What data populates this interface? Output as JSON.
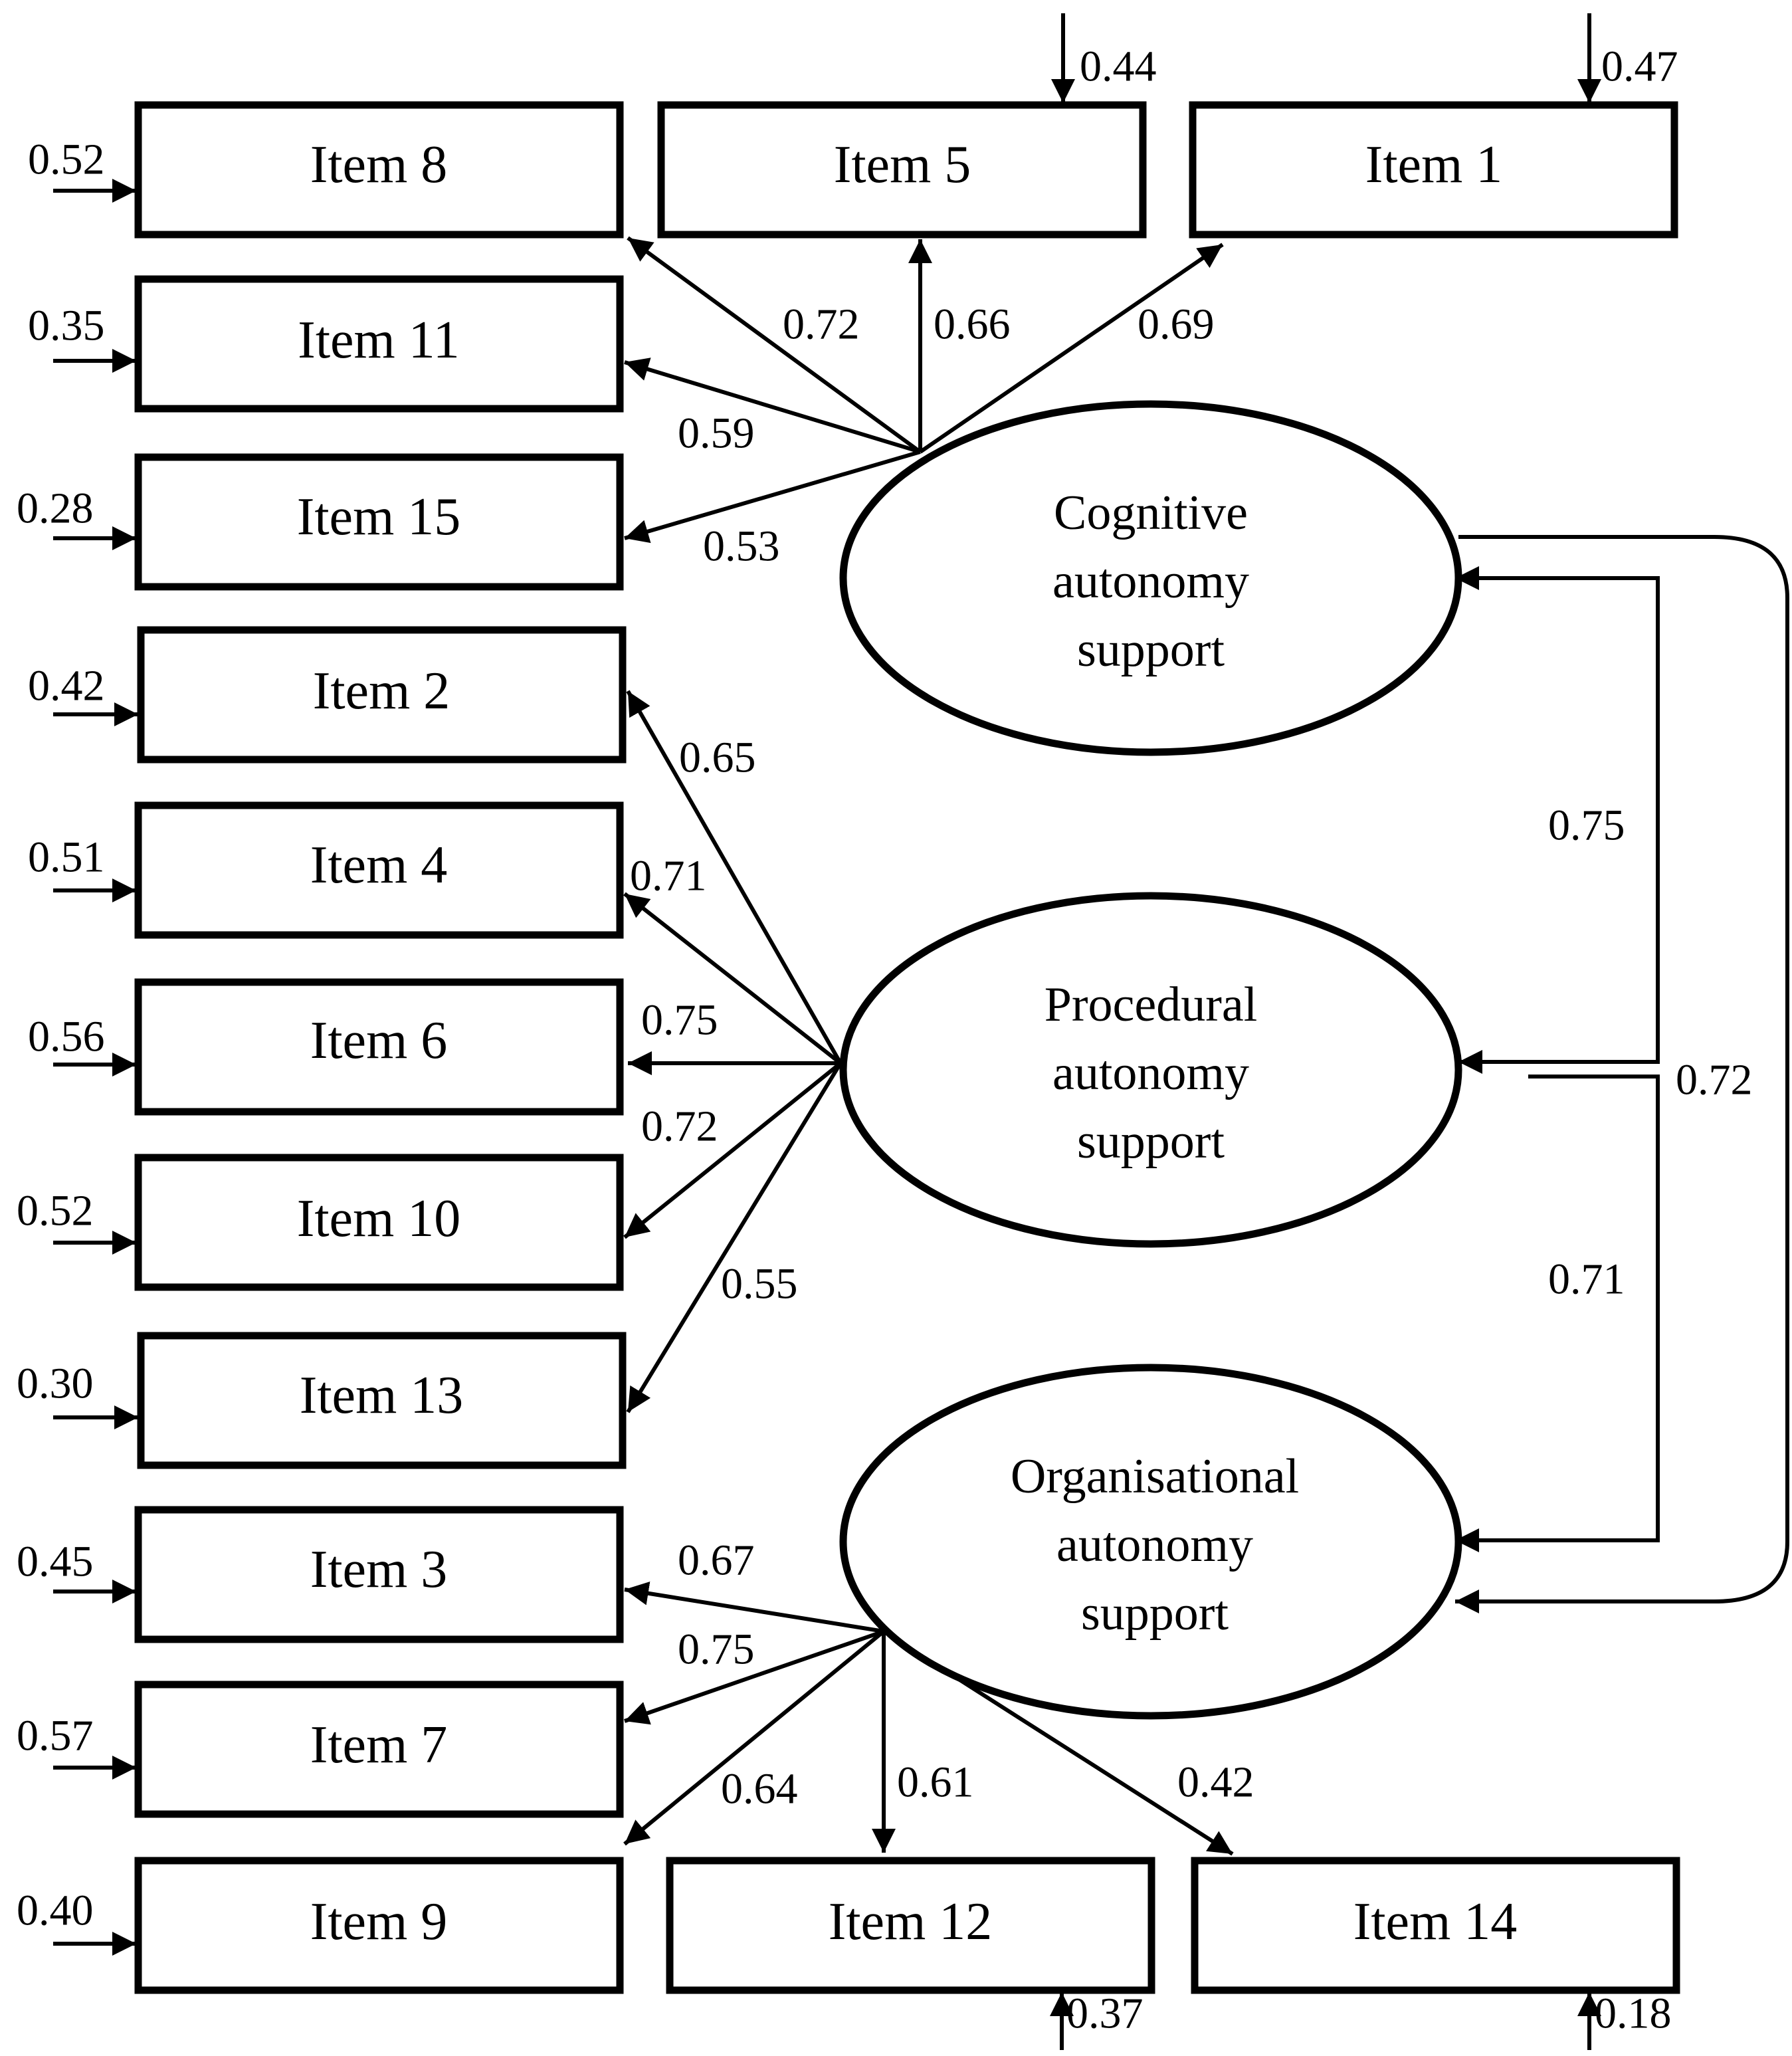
{
  "items": {
    "i8": {
      "label": "Item 8",
      "error": "0.52",
      "loading": "0.72"
    },
    "i5": {
      "label": "Item 5",
      "error": "0.44",
      "loading": "0.66"
    },
    "i1": {
      "label": "Item 1",
      "error": "0.47",
      "loading": "0.69"
    },
    "i11": {
      "label": "Item 11",
      "error": "0.35",
      "loading": "0.59"
    },
    "i15": {
      "label": "Item 15",
      "error": "0.28",
      "loading": "0.53"
    },
    "i2": {
      "label": "Item 2",
      "error": "0.42",
      "loading": "0.65"
    },
    "i4": {
      "label": "Item 4",
      "error": "0.51",
      "loading": "0.71"
    },
    "i6": {
      "label": "Item 6",
      "error": "0.56",
      "loading": "0.75"
    },
    "i10": {
      "label": "Item 10",
      "error": "0.52",
      "loading": "0.72"
    },
    "i13": {
      "label": "Item 13",
      "error": "0.30",
      "loading": "0.55"
    },
    "i3": {
      "label": "Item 3",
      "error": "0.45",
      "loading": "0.67"
    },
    "i7": {
      "label": "Item 7",
      "error": "0.57",
      "loading": "0.75"
    },
    "i9": {
      "label": "Item 9",
      "error": "0.40",
      "loading": "0.64"
    },
    "i12": {
      "label": "Item 12",
      "error": "0.37",
      "loading": "0.61"
    },
    "i14": {
      "label": "Item 14",
      "error": "0.18",
      "loading": "0.42"
    }
  },
  "factors": {
    "cognitive": {
      "line1": "Cognitive",
      "line2": "autonomy",
      "line3": "support"
    },
    "procedural": {
      "line1": "Procedural",
      "line2": "autonomy",
      "line3": "support"
    },
    "organisational": {
      "line1": "Organisational",
      "line2": "autonomy",
      "line3": "support"
    }
  },
  "correlations": {
    "cognitive_procedural": "0.75",
    "cognitive_organisational": "0.72",
    "procedural_organisational": "0.71"
  }
}
